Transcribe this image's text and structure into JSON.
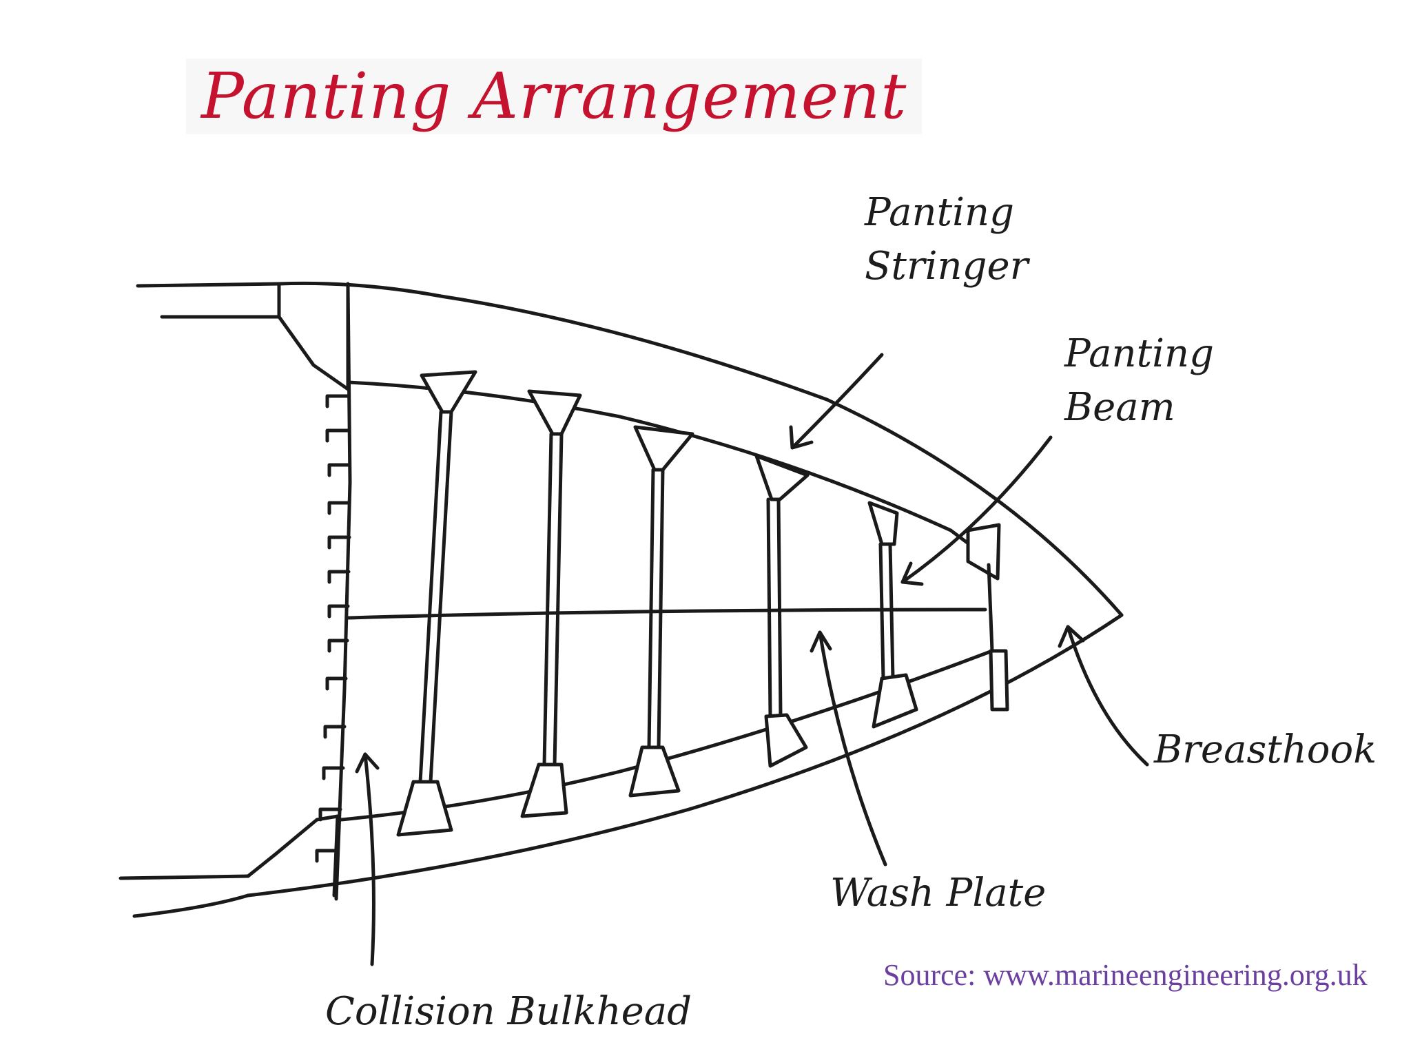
{
  "title": "Panting Arrangement",
  "labels": {
    "panting_stringer_line1": "Panting",
    "panting_stringer_line2": "Stringer",
    "panting_beam_line1": "Panting",
    "panting_beam_line2": "Beam",
    "breasthook": "Breasthook",
    "wash_plate": "Wash Plate",
    "collision_bulkhead": "Collision Bulkhead"
  },
  "source": "Source: www.marineengineering.org.uk",
  "colors": {
    "title": "#c4122f",
    "source": "#6a3fa0",
    "ink": "#1a1a1a"
  }
}
